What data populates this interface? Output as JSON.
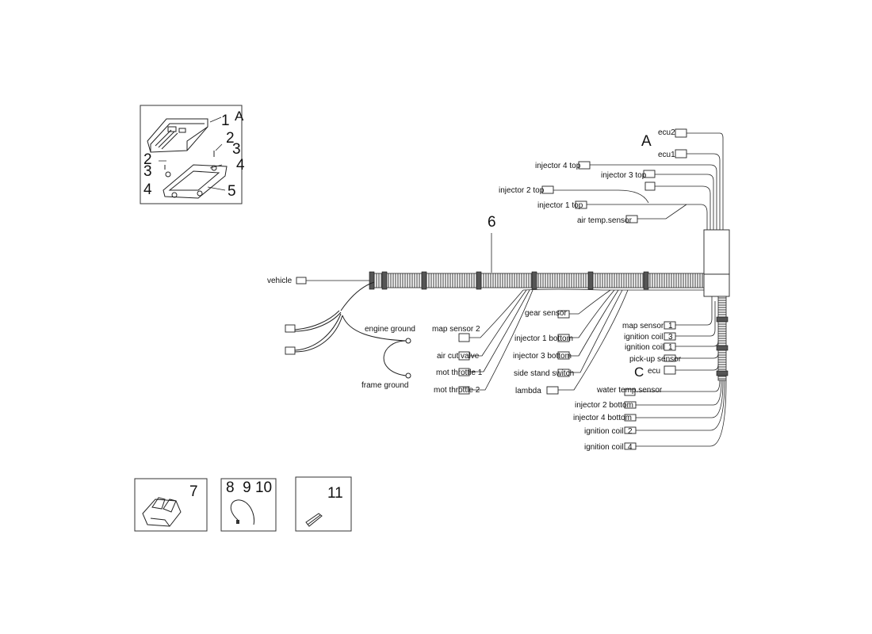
{
  "inset_ecu": {
    "letter": "A",
    "callouts": [
      "1",
      "2",
      "3",
      "4",
      "2",
      "3",
      "4",
      "5"
    ]
  },
  "harness": {
    "part_number": "6",
    "letter_a": "A",
    "letter_c": "C",
    "left_labels": [
      "vehicle",
      "engine ground",
      "frame ground"
    ],
    "labels_upper_right": [
      "ecu2",
      "ecu1",
      "injector 4 top",
      "injector 3 top",
      "injector 2 top",
      "injector 1 top",
      "air temp.sensor"
    ],
    "labels_lower_middle": [
      "map sensor 2",
      "air cut valve",
      "mot throttle 1",
      "mot throttle 2",
      "gear sensor",
      "injector 1 bottom",
      "injector 3 bottom",
      "side stand switch",
      "lambda"
    ],
    "labels_lower_right": [
      "map sensor",
      "ignition coil",
      "ignition coil",
      "pick-up sensor",
      "ecu",
      "water temp.sensor",
      "injector 2 bottom",
      "injector 4 bottom",
      "ignition coil",
      "ignition coil"
    ],
    "connector_numbers": [
      "1",
      "3",
      "1",
      "2",
      "4"
    ]
  },
  "parts_boxes": [
    {
      "numbers": "7"
    },
    {
      "numbers": "8  9 10"
    },
    {
      "numbers": "11"
    }
  ]
}
